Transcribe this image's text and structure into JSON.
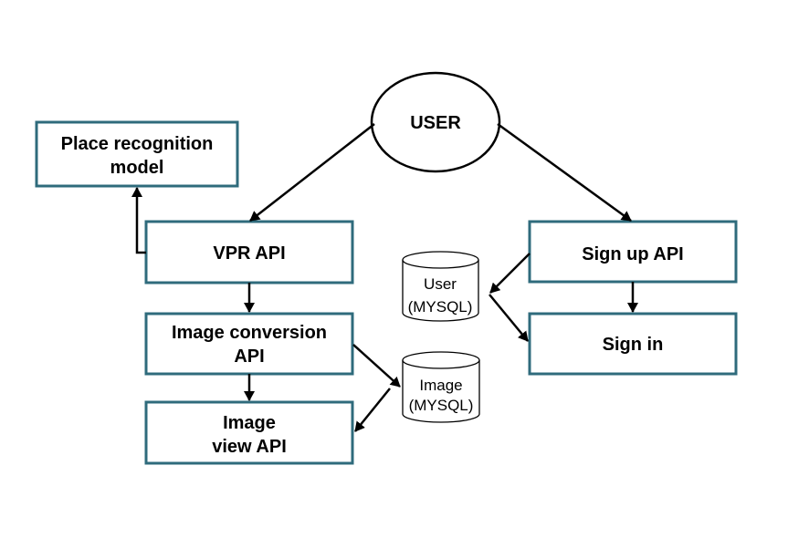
{
  "diagram": {
    "user": {
      "label": "USER"
    },
    "place_recognition": {
      "line1": "Place recognition",
      "line2": "model"
    },
    "vpr_api": {
      "label": "VPR API"
    },
    "image_conversion": {
      "line1": "Image conversion",
      "line2": "API"
    },
    "image_view": {
      "line1": "Image",
      "line2": "view API"
    },
    "sign_up": {
      "label": "Sign up API"
    },
    "sign_in": {
      "label": "Sign in"
    },
    "user_db": {
      "line1": "User",
      "line2": "(MYSQL)"
    },
    "image_db": {
      "line1": "Image",
      "line2": "(MYSQL)"
    }
  },
  "colors": {
    "box_border": "#2f6b7c",
    "arrow": "#000000",
    "background": "#ffffff"
  }
}
